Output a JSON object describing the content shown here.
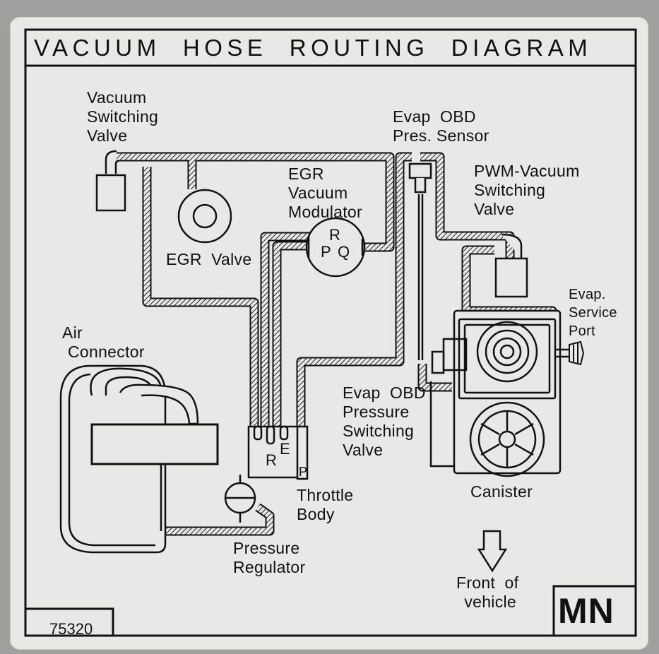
{
  "title": "VACUUM  HOSE  ROUTING  DIAGRAM",
  "labels": {
    "vsv": [
      "Vacuum",
      "Switching",
      "Valve"
    ],
    "egr_valve": "EGR  Valve",
    "egr_mod": [
      "EGR",
      "Vacuum",
      "Modulator"
    ],
    "evap_sensor": [
      "Evap  OBD",
      "Pres. Sensor"
    ],
    "pwm": [
      "PWM-Vacuum",
      "Switching",
      "Valve"
    ],
    "service_port": [
      "Evap.",
      "Service",
      "Port"
    ],
    "air_connector": [
      "Air",
      "Connector"
    ],
    "pressure_switch": [
      "Evap  OBD",
      "Pressure",
      "Switching",
      "Valve"
    ],
    "canister": "Canister",
    "throttle": [
      "Throttle",
      "Body"
    ],
    "regulator": [
      "Pressure",
      "Regulator"
    ],
    "front": [
      "Front  of",
      "vehicle"
    ]
  },
  "ports": {
    "mod_r": "R",
    "mod_p": "P",
    "mod_q": "Q",
    "tb_r": "R",
    "tb_e": "E",
    "tb_p": "P"
  },
  "code": "75320",
  "mark": "MN"
}
